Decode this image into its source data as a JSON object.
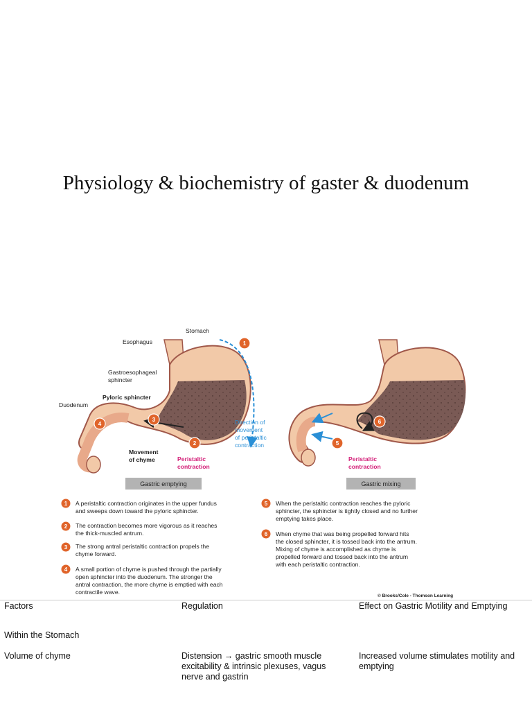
{
  "slide": {
    "title": "Physiology & biochemistry of gaster & duodenum"
  },
  "figure": {
    "left_panel": {
      "labels": {
        "stomach": "Stomach",
        "esophagus": "Esophagus",
        "gastroesophageal_1": "Gastroesophageal",
        "gastroesophageal_2": "sphincter",
        "pyloric": "Pyloric sphincter",
        "duodenum": "Duodenum",
        "direction_1": "Direction of",
        "direction_2": "movement",
        "direction_3": "of peristaltic",
        "direction_4": "contraction",
        "movement_1": "Movement",
        "movement_2": "of chyme",
        "peristaltic_1": "Peristaltic",
        "peristaltic_2": "contraction"
      },
      "caption": "Gastric emptying"
    },
    "right_panel": {
      "labels": {
        "peristaltic_1": "Peristaltic",
        "peristaltic_2": "contraction"
      },
      "caption": "Gastric mixing"
    },
    "markers": [
      "1",
      "2",
      "3",
      "4",
      "5",
      "6"
    ],
    "steps_left": [
      {
        "n": "1",
        "lines": [
          "A peristaltic contraction originates in the upper fundus",
          "and sweeps down toward the pyloric sphincter."
        ]
      },
      {
        "n": "2",
        "lines": [
          "The contraction becomes more vigorous as it reaches",
          "the thick-muscled antrum."
        ]
      },
      {
        "n": "3",
        "lines": [
          "The strong antral peristaltic contraction propels the",
          "chyme forward."
        ]
      },
      {
        "n": "4",
        "lines": [
          "A small portion of chyme is pushed through the partially",
          "open sphincter into the duodenum. The stronger the",
          "antral contraction, the more chyme is emptied with each",
          "contractile wave."
        ]
      }
    ],
    "steps_right": [
      {
        "n": "5",
        "lines": [
          "When the peristaltic contraction reaches the pyloric",
          "sphincter, the sphincter is tightly closed and no further",
          "emptying takes place."
        ]
      },
      {
        "n": "6",
        "lines": [
          "When chyme that was being propelled forward hits",
          "the closed sphincter, it is tossed back into the antrum.",
          "Mixing of chyme is accomplished as chyme is",
          "propelled forward and tossed back into the antrum",
          "with each peristaltic contraction."
        ]
      }
    ],
    "copyright": "© Brooks/Cole - Thomson Learning",
    "colors": {
      "marker": "#e0642a",
      "blue_arrow": "#2a8fd6",
      "pink_label": "#d4237a",
      "stomach_wall": "#f2c9a8",
      "chyme": "#7a5a55",
      "caption_box": "#b3b3b3"
    }
  },
  "table": {
    "headers": [
      "Factors",
      "Regulation",
      "Effect on Gastric Motility and Emptying"
    ],
    "section": "Within the Stomach",
    "rows": [
      {
        "factor": "Volume of chyme",
        "regulation_lines": [
          "Distension → gastric smooth muscle",
          "excitability & intrinsic plexuses, vagus",
          "nerve and gastrin"
        ],
        "effect_lines": [
          "Increased volume stimulates motility and",
          "emptying"
        ]
      }
    ]
  }
}
